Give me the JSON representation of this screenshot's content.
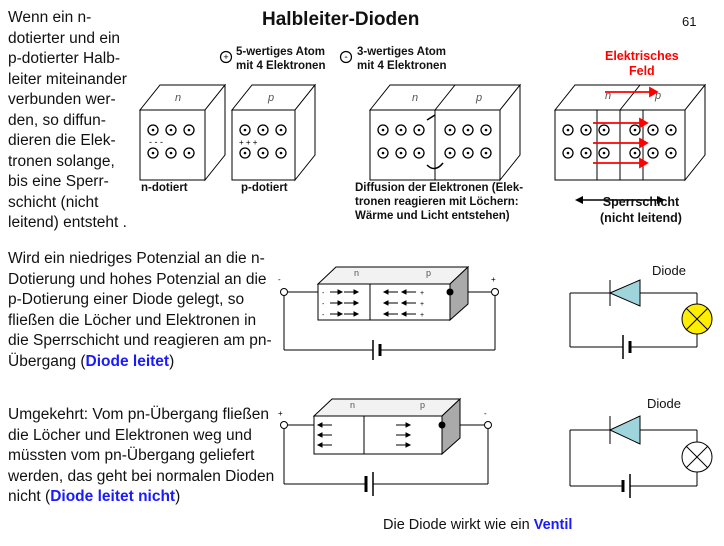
{
  "slide": {
    "title": "Halbleiter-Dioden",
    "page_number": "61"
  },
  "intro_text": {
    "lines": [
      "Wenn ein n-",
      "dotierter und ein",
      "p-dotierter Halb-",
      "leiter miteinander",
      "verbunden wer-",
      "den, so diffun-",
      "dieren die Elek-",
      "tronen solange,",
      "bis eine Sperr-",
      "schicht (nicht",
      "leitend) entsteht ."
    ]
  },
  "legend": {
    "five_valent_line1": "5-wertiges Atom",
    "five_valent_line2": "mit 4 Elektronen",
    "three_valent_line1": "3-wertiges Atom",
    "three_valent_line2": "mit 4 Elektronen"
  },
  "blocks": {
    "n_label": "n-dotiert",
    "p_label": "p-dotiert",
    "n_letter": "n",
    "p_letter": "p",
    "diffusion_caption_line1": "Diffusion der Elektronen (Elek-",
    "diffusion_caption_line2": "tronen reagieren mit Löchern:",
    "diffusion_caption_line3": "Wärme und Licht entstehen)",
    "field_label_line1": "Elektrisches",
    "field_label_line2": "Feld",
    "barrier_line1": "Sperrschicht",
    "barrier_line2": "(nicht leitend)"
  },
  "forward": {
    "text_before": "Wird ein niedriges Potenzial an die n-Dotierung und hohes Potenzial an die p-Dotierung einer Diode gelegt, so fließen die Löcher und Elektronen in die Sperrschicht und reagieren am pn-Übergang (",
    "highlight": "Diode leitet",
    "text_after": ")",
    "diode_label": "Diode"
  },
  "reverse": {
    "text_before": "Umgekehrt: Vom pn-Übergang fließen die Löcher und Elektronen weg und müssten vom pn-Übergang geliefert werden, das geht bei normalen Dioden nicht (",
    "highlight": "Diode leitet nicht",
    "text_after": ")",
    "diode_label": "Diode"
  },
  "conclusion": {
    "text": "Die Diode wirkt wie ein ",
    "highlight": "Ventil"
  },
  "colors": {
    "highlight_blue": "#1a1aff",
    "field_red": "#ff0000",
    "diode_fill": "#9fd4dc",
    "lamp_on": "#ffee00"
  }
}
